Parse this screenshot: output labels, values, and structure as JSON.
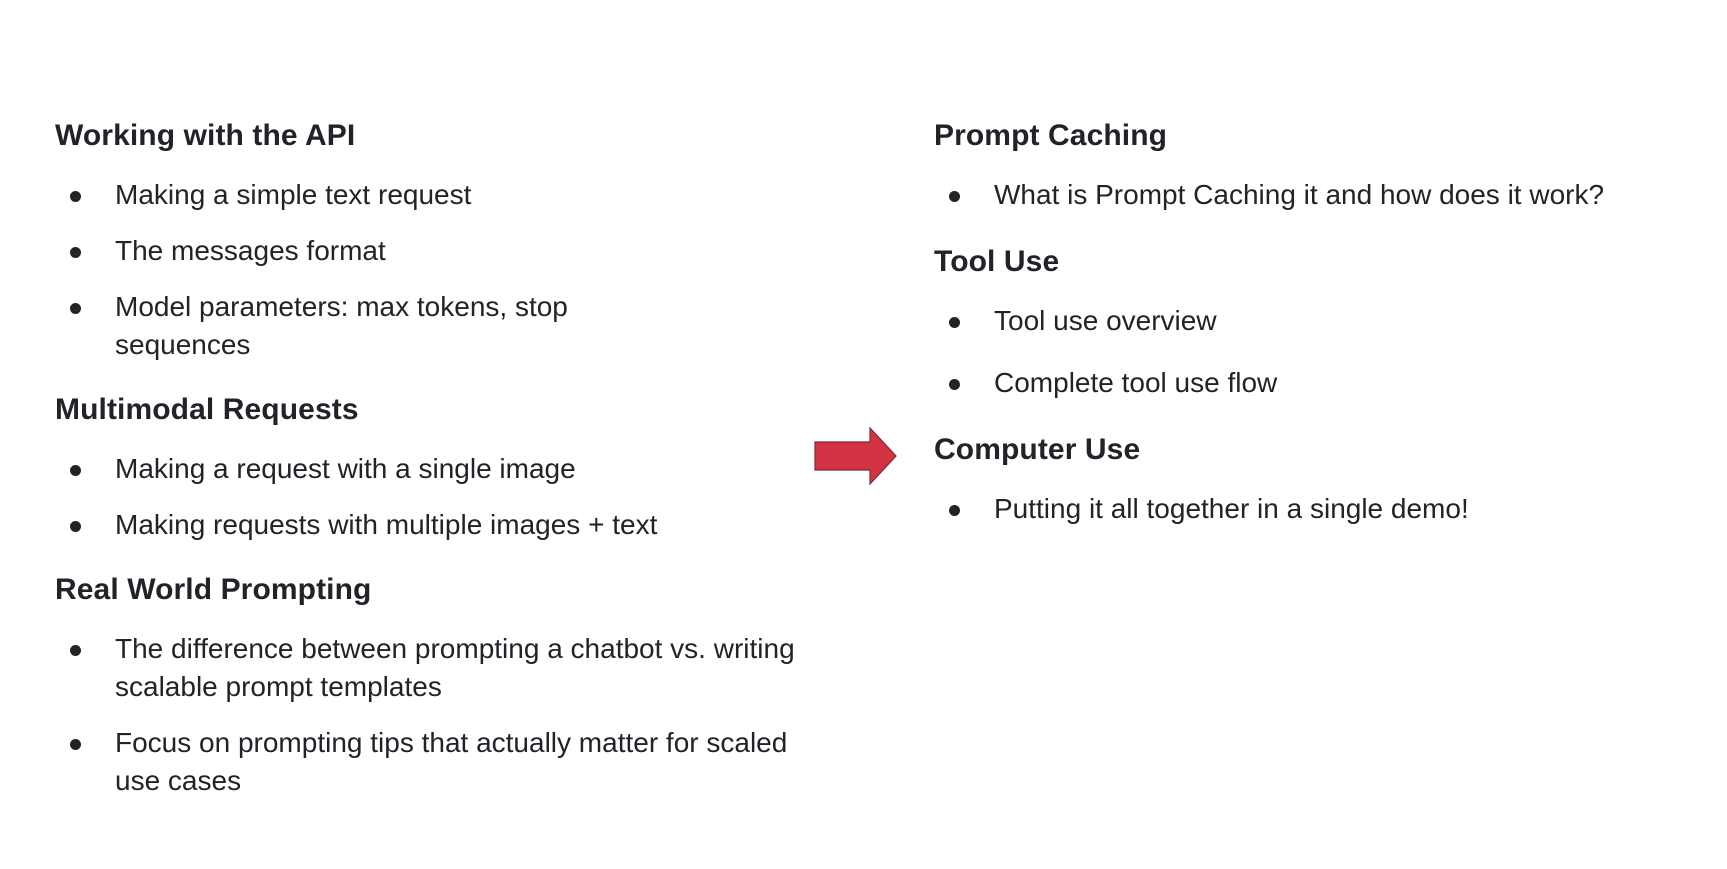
{
  "left_column": {
    "sections": [
      {
        "title": "Working with the API",
        "items": [
          "Making a simple text request",
          "The messages format",
          "Model parameters: max tokens, stop sequences"
        ]
      },
      {
        "title": "Multimodal Requests",
        "items": [
          "Making a request with a single image",
          "Making requests with multiple images + text"
        ]
      },
      {
        "title": "Real World Prompting",
        "items": [
          "The difference between prompting a chatbot vs. writing scalable prompt templates",
          "Focus on prompting tips that actually matter for scaled use cases"
        ]
      }
    ]
  },
  "right_column": {
    "sections": [
      {
        "title": "Prompt Caching",
        "items": [
          "What is Prompt Caching it and how does it work?"
        ]
      },
      {
        "title": "Tool Use",
        "items": [
          "Tool use overview",
          "Complete tool use flow"
        ]
      },
      {
        "title": "Computer Use",
        "items": [
          "Putting it all together in a single demo!"
        ]
      }
    ]
  },
  "arrow": {
    "icon": "right-arrow-icon",
    "fill_color": "#d43343",
    "stroke_color": "#7a2a30"
  },
  "colors": {
    "text": "#222228",
    "background": "#ffffff"
  }
}
